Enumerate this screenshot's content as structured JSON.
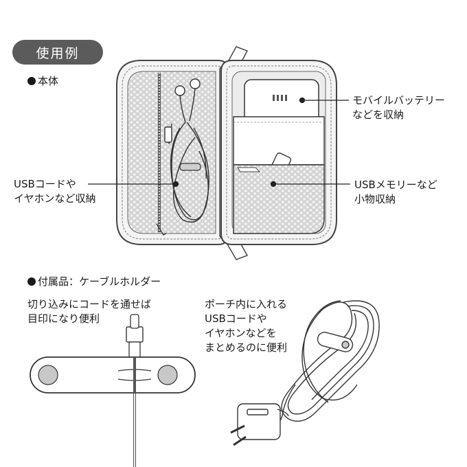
{
  "header": {
    "badge": "使用例"
  },
  "sections": {
    "body_title": "本体",
    "accessory_title": "付属品：ケーブルホルダー"
  },
  "callouts": {
    "battery": [
      "モバイルバッテリー",
      "などを収納"
    ],
    "usb_memory": [
      "USBメモリーなど",
      "小物収納"
    ],
    "usb_cord": [
      "USBコードや",
      "イヤホンなど収納"
    ],
    "notch": [
      "切り込みにコードを通せば",
      "目印になり便利"
    ],
    "bundle": [
      "ポーチ内に入れる",
      "USBコードや",
      "イヤホンなどを",
      "まとめるのに便利"
    ]
  }
}
